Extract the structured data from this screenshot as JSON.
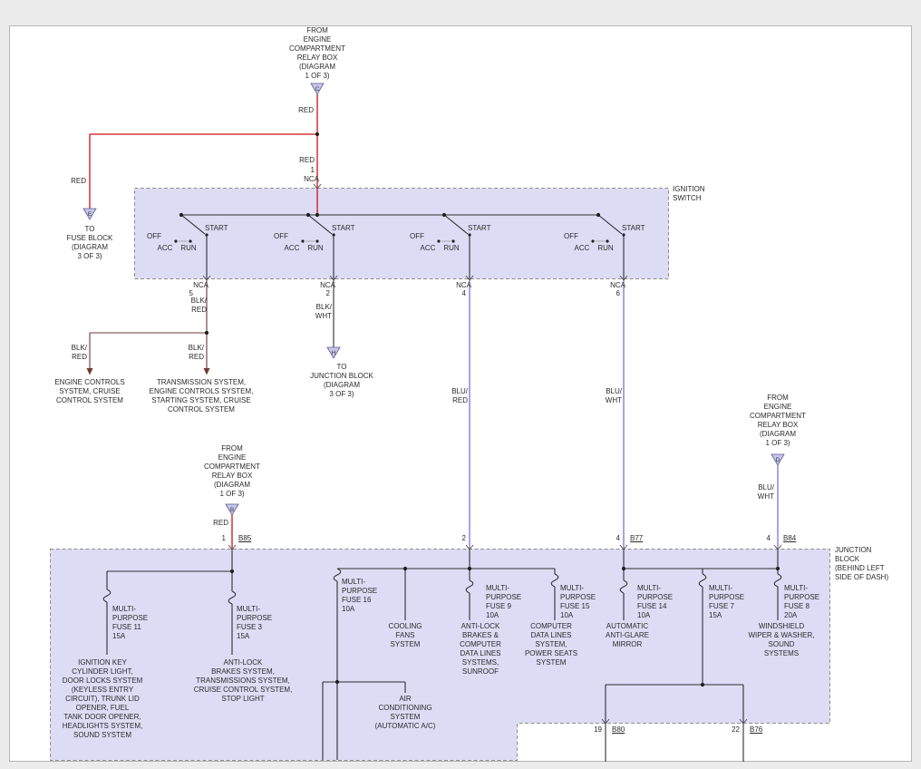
{
  "colors": {
    "wire_red": "#cc1111",
    "wire_maroon": "#6d3a31",
    "wire_blue": "#5c5cc8",
    "wire_black": "#2e2e2e",
    "block_fill": "#dcdcf5",
    "block_border": "#8f8f8f",
    "tri_fill": "#c7c7ea"
  },
  "notes": {
    "from_relay_box": "FROM\nENGINE\nCOMPARTMENT\nRELAY BOX\n(DIAGRAM\n1 OF 3)",
    "to_fuse_block": "TO\nFUSE BLOCK\n(DIAGRAM\n3 OF 3)",
    "to_junction_block": "TO\nJUNCTION BLOCK\n(DIAGRAM\n3 OF 3)"
  },
  "connector_letters": {
    "c": "C",
    "e": "E",
    "h": "H",
    "b": "B",
    "d": "D"
  },
  "wire_labels": {
    "red": "RED",
    "blk_red": "BLK/\nRED",
    "blk_wht": "BLK/\nWHT",
    "blu_red": "BLU/\nRED",
    "blu_wht": "BLU/\nWHT",
    "nca": "NCA"
  },
  "ignition_switch": {
    "title": "IGNITION\nSWITCH",
    "feed_pin": "1",
    "positions": {
      "off": "OFF",
      "acc": "ACC",
      "run": "RUN",
      "start": "START"
    },
    "output_pins": [
      "5",
      "2",
      "4",
      "6"
    ]
  },
  "destinations": {
    "engine_controls": "ENGINE CONTROLS\nSYSTEM, CRUISE\nCONTROL SYSTEM",
    "transmission": "TRANSMISSION SYSTEM,\nENGINE CONTROLS SYSTEM,\nSTARTING SYSTEM, CRUISE\nCONTROL SYSTEM"
  },
  "junction_block": {
    "title": "JUNCTION\nBLOCK\n(BEHIND LEFT\nSIDE OF DASH)",
    "entries": [
      {
        "pin": "1",
        "conn": "B85"
      },
      {
        "pin": "2",
        "conn": ""
      },
      {
        "pin": "4",
        "conn": "B77"
      },
      {
        "pin": "4",
        "conn": "B84"
      }
    ],
    "exits": [
      {
        "pin": "19",
        "conn": "B80"
      },
      {
        "pin": "22",
        "conn": "B76"
      }
    ],
    "fuses": {
      "f11": "MULTI-\nPURPOSE\nFUSE 11\n15A",
      "f3": "MULTI-\nPURPOSE\nFUSE 3\n15A",
      "f16": "MULTI-\nPURPOSE\nFUSE 16\n10A",
      "f9": "MULTI-\nPURPOSE\nFUSE 9\n10A",
      "f15": "MULTI-\nPURPOSE\nFUSE 15\n10A",
      "f14": "MULTI-\nPURPOSE\nFUSE 14\n10A",
      "f7": "MULTI-\nPURPOSE\nFUSE 7\n15A",
      "f8": "MULTI-\nPURPOSE\nFUSE 8\n20A"
    },
    "loads": {
      "ignition_key": "IGNITION KEY\nCYLINDER LIGHT,\nDOOR LOCKS SYSTEM\n(KEYLESS ENTRY\nCIRCUIT), TRUNK LID\nOPENER, FUEL\nTANK DOOR OPENER,\nHEADLIGHTS SYSTEM,\nSOUND SYSTEM",
      "abs_stop": "ANTI-LOCK\nBRAKES SYSTEM,\nTRANSMISSIONS SYSTEM,\nCRUISE CONTROL SYSTEM,\nSTOP LIGHT",
      "cooling_fans": "COOLING\nFANS\nSYSTEM",
      "abs_data": "ANTI-LOCK\nBRAKES &\nCOMPUTER\nDATA LINES\nSYSTEMS,\nSUNROOF",
      "data_seats": "COMPUTER\nDATA LINES\nSYSTEM,\nPOWER SEATS\nSYSTEM",
      "mirror": "AUTOMATIC\nANTI-GLARE\nMIRROR",
      "wiper": "WINDSHIELD\nWIPER & WASHER,\nSOUND\nSYSTEMS",
      "ac": "AIR\nCONDITIONING\nSYSTEM\n(AUTOMATIC A/C)"
    }
  }
}
